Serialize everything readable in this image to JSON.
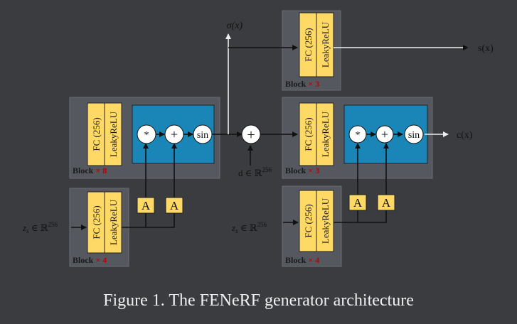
{
  "caption": "Figure 1. The FENeRF generator architecture",
  "colors": {
    "background": "#3a3c40",
    "block_bg": "#565860",
    "layer_fill": "#ffd966",
    "inner_fill": "#1a86b8",
    "text_dark": "#1a1a1a",
    "count_red": "#c00000",
    "line": "#111111"
  },
  "labels": {
    "fc": "FC (256)",
    "leaky": "LeakyReLU",
    "block": "Block",
    "times": "×",
    "mult": "*",
    "plus": "+",
    "sin": "sin",
    "affine": "A",
    "sigma": "σ(x)",
    "s_out": "s(x)",
    "c_out": "c(x)",
    "zs_in": "z",
    "zs_sub": "s",
    "zs_set": " ∈ ℝ",
    "zs_exp": "256",
    "d_in": "d ∈ ℝ",
    "d_exp": "256"
  },
  "blocks": {
    "left_main": {
      "count": "8"
    },
    "left_mapping": {
      "count": "4"
    },
    "top_sigma": {
      "count": "3"
    },
    "right_color": {
      "count": "3"
    },
    "right_mapping": {
      "count": "4"
    }
  }
}
